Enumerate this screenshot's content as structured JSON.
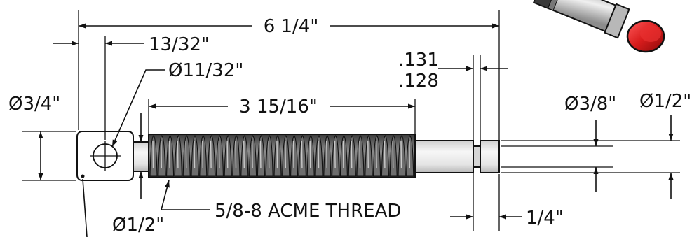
{
  "drawing": {
    "overall_length": "6 1/4\"",
    "eye_offset": "13/32\"",
    "hole_diameter": "Ø11/32\"",
    "head_diameter": "Ø3/4\"",
    "thread_length": "3 15/16\"",
    "groove_width_max": ".131",
    "groove_width_min": ".128",
    "pin_diameter": "Ø3/8\"",
    "shaft_diameter": "Ø1/2\"",
    "neck_diameter": "Ø1/2\"",
    "thread_spec": "5/8-8 ACME THREAD",
    "end_length": "1/4\""
  },
  "colors": {
    "line": "#111111",
    "thread_dark": "#2e2e2e",
    "thread_mid": "#5a5a5a",
    "thread_light": "#9a9a9a",
    "shaft_light": "#f2f2f2",
    "shaft_dark": "#c4c4c4",
    "cap_red": "#d81c1c"
  }
}
